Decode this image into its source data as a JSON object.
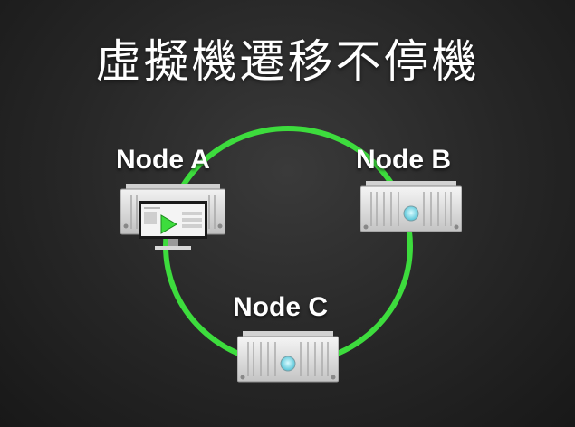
{
  "title": "虛擬機遷移不停機",
  "ring_color": "#3ddc3d",
  "nodes": [
    {
      "label": "Node A",
      "icon": "server-with-vm-monitor-icon"
    },
    {
      "label": "Node B",
      "icon": "server-icon"
    },
    {
      "label": "Node C",
      "icon": "server-icon"
    }
  ]
}
